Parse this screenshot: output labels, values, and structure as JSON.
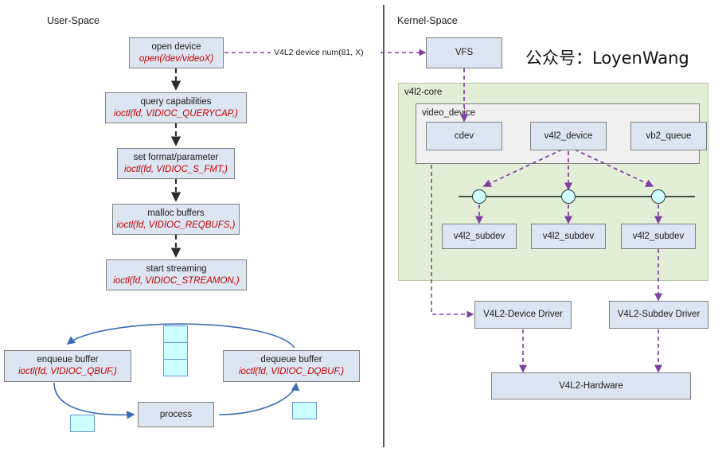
{
  "diagram": {
    "title_left": "User-Space",
    "title_right": "Kernel-Space",
    "watermark": "公众号：LoyenWang"
  },
  "userspace": {
    "nodes": [
      {
        "name": "open-device",
        "line1": "open device",
        "line2": "open(/dev/videoX)"
      },
      {
        "name": "query-capabilities",
        "line1": "query capabilities",
        "line2": "ioctl(fd, VIDIOC_QUERYCAP,)"
      },
      {
        "name": "set-format-parameter",
        "line1": "set format/parameter",
        "line2": "ioctl(fd, VIDIOC_S_FMT,)"
      },
      {
        "name": "malloc-buffers",
        "line1": "malloc buffers",
        "line2": "ioctl(fd, VIDIOC_REQBUFS,)"
      },
      {
        "name": "start-streaming",
        "line1": "start streaming",
        "line2": "ioctl(fd, VIDIOC_STREAMON,)"
      },
      {
        "name": "enqueue-buffer",
        "line1": "enqueue buffer",
        "line2": "ioctl(fd, VIDIOC_QBUF,)"
      },
      {
        "name": "dequeue-buffer",
        "line1": "dequeue buffer",
        "line2": "ioctl(fd, VIDIOC_DQBUF,)"
      },
      {
        "name": "process",
        "line1": "process",
        "line2": ""
      }
    ]
  },
  "kernelspace": {
    "vfs": "VFS",
    "core_group": "v4l2-core",
    "video_device_group": "video_device",
    "core_nodes": [
      {
        "name": "cdev",
        "label": "cdev"
      },
      {
        "name": "v4l2-device",
        "label": "v4l2_device"
      },
      {
        "name": "vb2-queue",
        "label": "vb2_queue"
      }
    ],
    "subdevs": [
      {
        "name": "v4l2-subdev-1",
        "label": "v4l2_subdev"
      },
      {
        "name": "v4l2-subdev-2",
        "label": "v4l2_subdev"
      },
      {
        "name": "v4l2-subdev-3",
        "label": "v4l2_subdev"
      }
    ],
    "drivers": [
      {
        "name": "v4l2-device-driver",
        "label": "V4L2-Device Driver"
      },
      {
        "name": "v4l2-subdev-driver",
        "label": "V4L2-Subdev Driver"
      }
    ],
    "hardware": "V4L2-Hardware"
  },
  "edges": {
    "device_num_label": "V4L2 device num(81, X)"
  },
  "colors": {
    "node_fill": "#dce6f2",
    "node_stroke": "#7f7f7f",
    "code_text": "#c00000",
    "dashed_arrow": "#7f3f9f",
    "flow_arrow": "#4472c4",
    "group_fill": "#e2eed5",
    "buffer_fill": "#ccffff"
  }
}
